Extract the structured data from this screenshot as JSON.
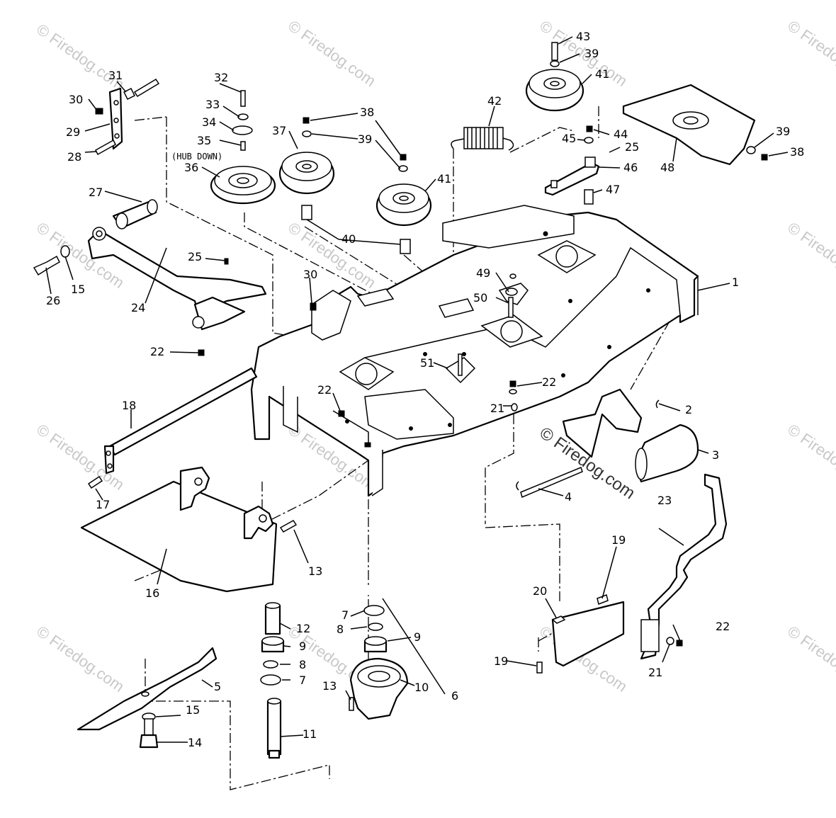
{
  "watermark": {
    "text": "Firedog.com",
    "symbol": "©"
  },
  "note": "(HUB DOWN)",
  "labels": {
    "l1": "1",
    "l2": "2",
    "l3": "3",
    "l4": "4",
    "l5": "5",
    "l6": "6",
    "l7a": "7",
    "l7b": "7",
    "l8a": "8",
    "l8b": "8",
    "l9a": "9",
    "l9b": "9",
    "l10": "10",
    "l11": "11",
    "l12": "12",
    "l13a": "13",
    "l13b": "13",
    "l14": "14",
    "l15a": "15",
    "l15b": "15",
    "l16": "16",
    "l17": "17",
    "l18": "18",
    "l19a": "19",
    "l19b": "19",
    "l20": "20",
    "l21a": "21",
    "l21b": "21",
    "l22a": "22",
    "l22b": "22",
    "l22c": "22",
    "l22d": "22",
    "l23": "23",
    "l24": "24",
    "l25a": "25",
    "l25b": "25",
    "l26": "26",
    "l27": "27",
    "l28": "28",
    "l29": "29",
    "l30a": "30",
    "l30b": "30",
    "l31": "31",
    "l32": "32",
    "l33": "33",
    "l34": "34",
    "l35": "35",
    "l36": "36",
    "l37": "37",
    "l38a": "38",
    "l38b": "38",
    "l39a": "39",
    "l39b": "39",
    "l39c": "39",
    "l40": "40",
    "l41a": "41",
    "l41b": "41",
    "l42": "42",
    "l43": "43",
    "l44": "44",
    "l45": "45",
    "l46": "46",
    "l47": "47",
    "l48": "48",
    "l49": "49",
    "l50": "50",
    "l51": "51"
  }
}
